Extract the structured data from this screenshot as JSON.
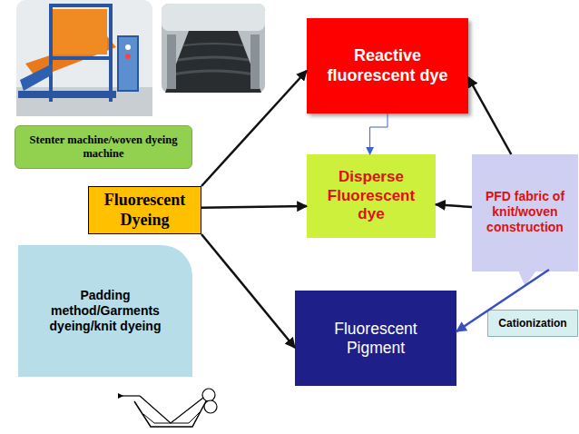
{
  "diagram": {
    "nodes": [
      {
        "text": [
          "Reactive fluorescent dye"
        ]
      },
      {
        "text": [
          "Stenter machine/woven dyeing machine"
        ]
      },
      {
        "text": [
          "Fluorescent Dyeing"
        ]
      },
      {
        "text": [
          "Disperse Fluorescent dye"
        ]
      },
      {
        "text": [
          "PFD fabric of knit/woven construction"
        ]
      },
      {
        "text": [
          "Padding method/Garments dyeing/knit dyeing"
        ]
      },
      {
        "text": [
          "Fluorescent Pigment"
        ]
      },
      {
        "text": [
          "Cationization"
        ]
      }
    ],
    "edges": [
      {
        "from": 2,
        "to": 0,
        "arrow": "to"
      },
      {
        "from": 2,
        "to": 3,
        "arrow": "to"
      },
      {
        "from": 2,
        "to": 6,
        "arrow": "to"
      },
      {
        "from": 0,
        "to": 3,
        "arrow": "to"
      },
      {
        "from": 4,
        "to": 0,
        "arrow": "to"
      },
      {
        "from": 4,
        "to": 3,
        "arrow": "to"
      },
      {
        "from": 4,
        "to": 6,
        "arrow": "to"
      }
    ]
  }
}
